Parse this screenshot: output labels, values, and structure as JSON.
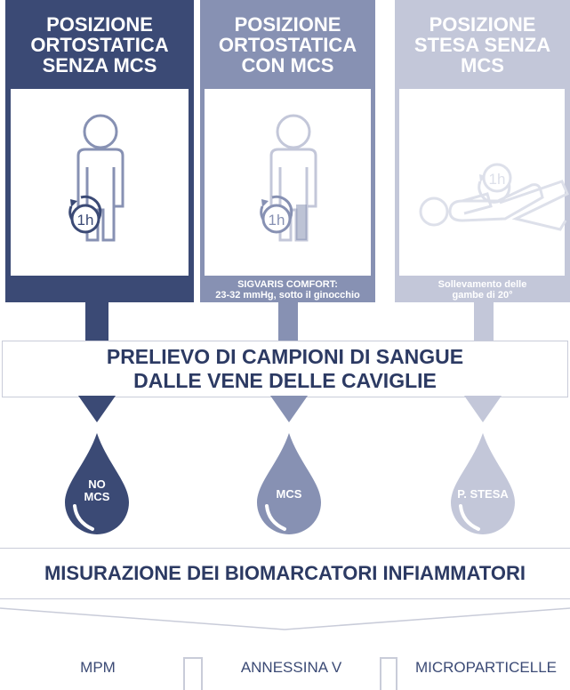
{
  "columns": [
    {
      "title": "POSIZIONE\nORTOSTATICA\nSENZA MCS",
      "caption": "",
      "drop_label": "NO\nMCS",
      "timer": "1h",
      "color": "#3b4a75"
    },
    {
      "title": "POSIZIONE\nORTOSTATICA\nCON MCS",
      "caption": "SIGVARIS COMFORT:\n23-32 mmHg, sotto il ginocchio",
      "drop_label": "MCS",
      "timer": "1h",
      "color": "#8791b3"
    },
    {
      "title": "POSIZIONE\nSTESA SENZA\nMCS",
      "caption": "Sollevamento delle\ngambe di 20°",
      "drop_label": "P. STESA",
      "timer": "1h",
      "color": "#c3c7d9"
    }
  ],
  "banner": "PRELIEVO DI CAMPIONI DI SANGUE\nDALLE VENE DELLE CAVIGLIE",
  "section_title": "MISURAZIONE DEI BIOMARCATORI INFIAMMATORI",
  "markers": [
    "MPM",
    "ANNESSINA V",
    "MICROPARTICELLE"
  ],
  "colors": {
    "dark": "#3b4a75",
    "medium": "#8791b3",
    "light": "#c3c7d9",
    "text": "#2c3a63",
    "line": "#c9ccd9"
  }
}
